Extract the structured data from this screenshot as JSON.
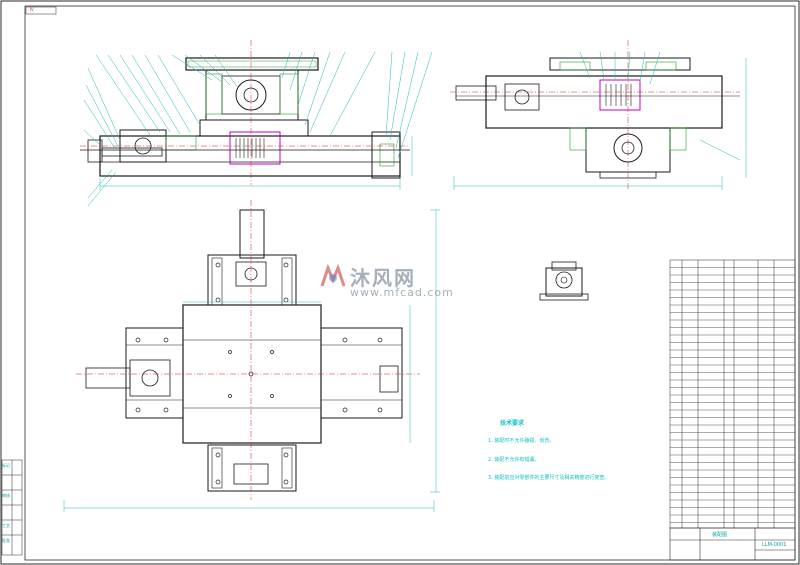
{
  "drawing": {
    "corner_tag": "Ⅳ",
    "tech_requirements": {
      "title": "技术要求",
      "items": [
        "1. 装配时不允许磕碰、划伤。",
        "2. 装配不允许有错漏。",
        "3. 装配前应对零部件的主要尺寸及相关精度进行复查。"
      ]
    },
    "watermark": {
      "cn": "沐风网",
      "en": "www.mfcad.com"
    },
    "title_block": {
      "name": "装配图",
      "code": "LLM-0001"
    },
    "side_labels": [
      "标记",
      "审核",
      "工艺",
      "批准"
    ],
    "colors": {
      "outline": "#1a1a1a",
      "dimension": "#22b8b8",
      "center_line": "#d02020",
      "hatch": "#20a020",
      "highlight": "#c000c0",
      "frame": "#2a2a2a"
    }
  }
}
